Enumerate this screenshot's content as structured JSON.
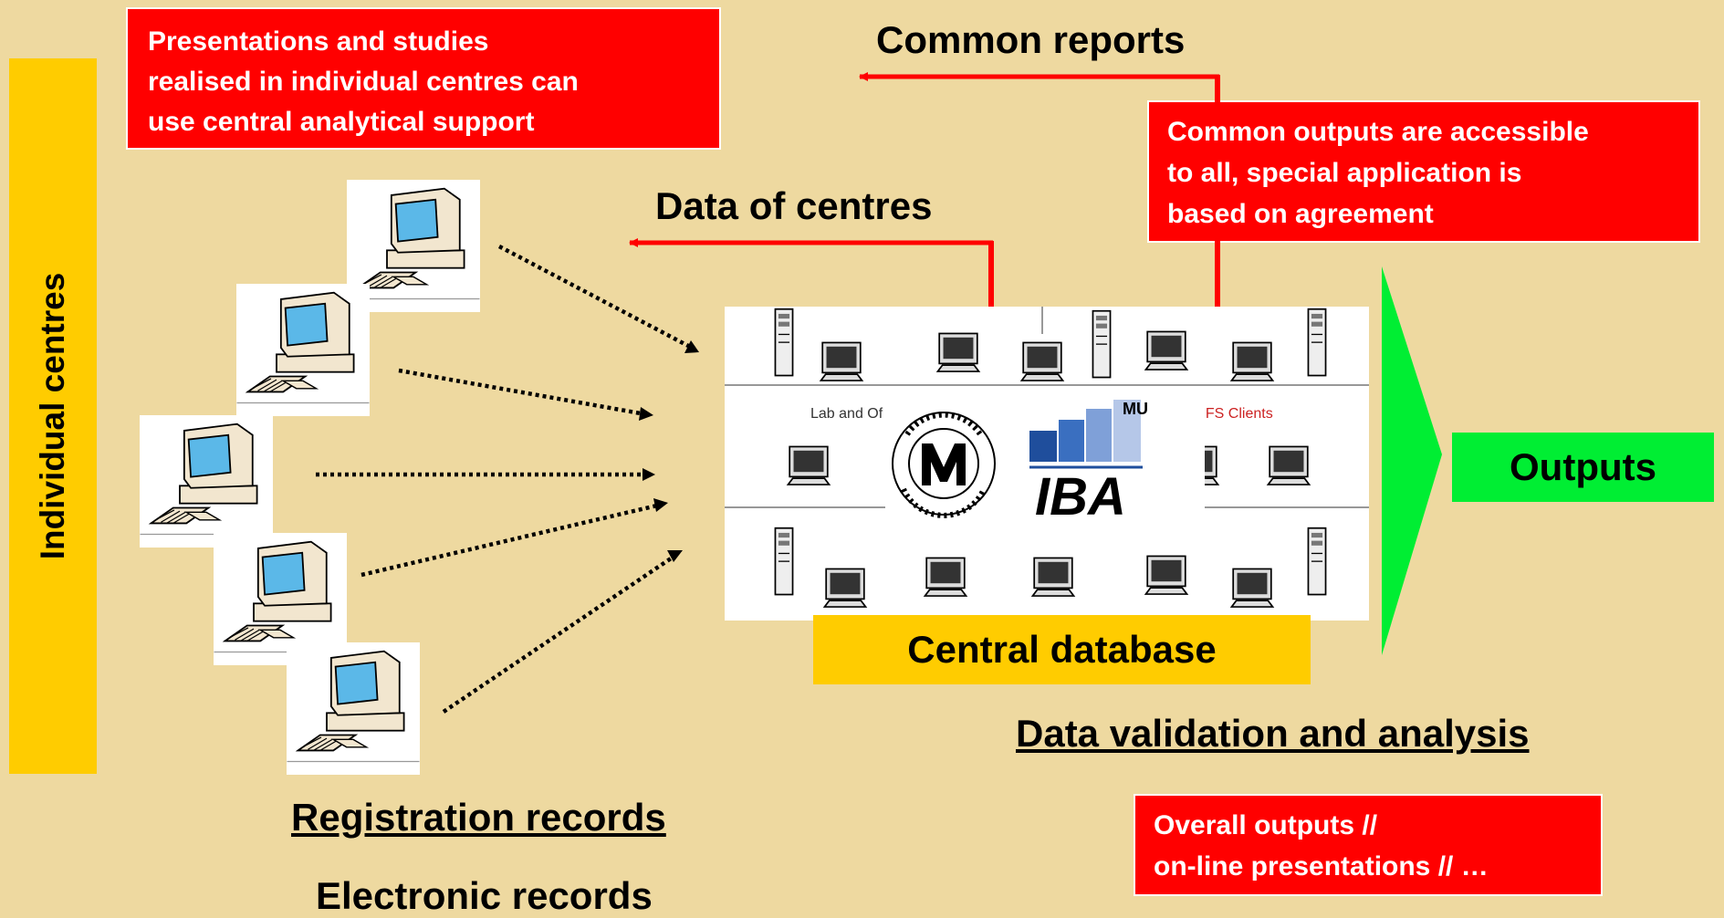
{
  "sidebar": {
    "label": "Individual centres"
  },
  "boxes": {
    "top_left": [
      "Presentations and studies",
      "realised in individual centres can",
      "use central analytical support"
    ],
    "top_right": [
      "Common outputs are accessible",
      "to all, special application is",
      "based on agreement"
    ],
    "bottom_right": [
      "Overall outputs //",
      "on-line presentations // …"
    ]
  },
  "labels": {
    "common_reports": "Common reports",
    "data_of_centres": "Data of centres",
    "central_database": "Central database",
    "outputs": "Outputs",
    "data_validation": "Data validation and analysis",
    "registration_records": "Registration records",
    "electronic_records": "Electronic records"
  },
  "network": {
    "lab_text": "Lab and Of",
    "nfs_text": "ts, NFS Clients"
  },
  "logo": {
    "mu": "MU",
    "iba": "IBA",
    "seal_text": "UNIVERSITAS MASARYKIANA BRUNENSIS"
  },
  "colors": {
    "background": "#EED9A0",
    "red": "#FF0000",
    "yellow": "#FFCC00",
    "green": "#00EE33"
  }
}
